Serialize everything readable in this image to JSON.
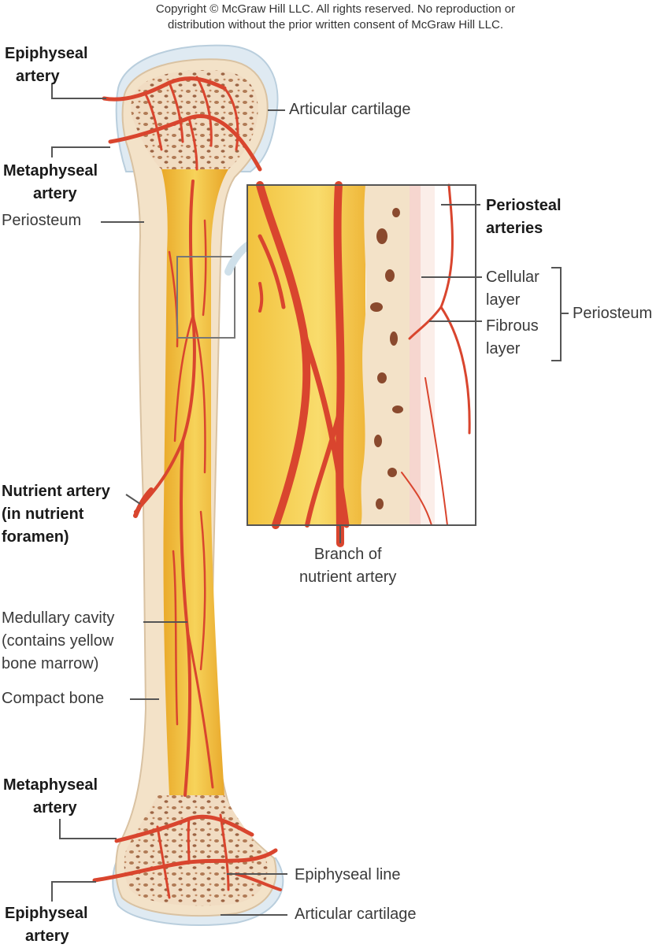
{
  "copyright": {
    "line1": "Copyright © McGraw Hill LLC. All rights reserved. No reproduction or",
    "line2": "distribution without the prior written consent of McGraw Hill LLC."
  },
  "labels": {
    "epiphyseal_artery_top": [
      "Epiphyseal",
      "artery"
    ],
    "articular_cartilage_top": "Articular cartilage",
    "metaphyseal_artery_top": [
      "Metaphyseal",
      "artery"
    ],
    "periosteum_left": "Periosteum",
    "periosteal_arteries": [
      "Periosteal",
      "arteries"
    ],
    "cellular_layer": [
      "Cellular",
      "layer"
    ],
    "fibrous_layer": [
      "Fibrous",
      "layer"
    ],
    "periosteum_right": "Periosteum",
    "nutrient_artery": [
      "Nutrient artery",
      "(in nutrient",
      "foramen)"
    ],
    "branch_of_nutrient_artery": [
      "Branch of",
      "nutrient artery"
    ],
    "medullary_cavity": [
      "Medullary cavity",
      "(contains yellow",
      "bone marrow)"
    ],
    "compact_bone": "Compact bone",
    "metaphyseal_artery_bottom": [
      "Metaphyseal",
      "artery"
    ],
    "epiphyseal_line": "Epiphyseal line",
    "epiphyseal_artery_bottom": [
      "Epiphyseal",
      "artery"
    ],
    "articular_cartilage_bottom": "Articular cartilage"
  },
  "colors": {
    "artery": "#d9452e",
    "marrow": "#f5c84a",
    "bone": "#f3e2c8",
    "spongy": "#c99a78",
    "cartilage": "#dde8f0",
    "leader": "#555555"
  }
}
